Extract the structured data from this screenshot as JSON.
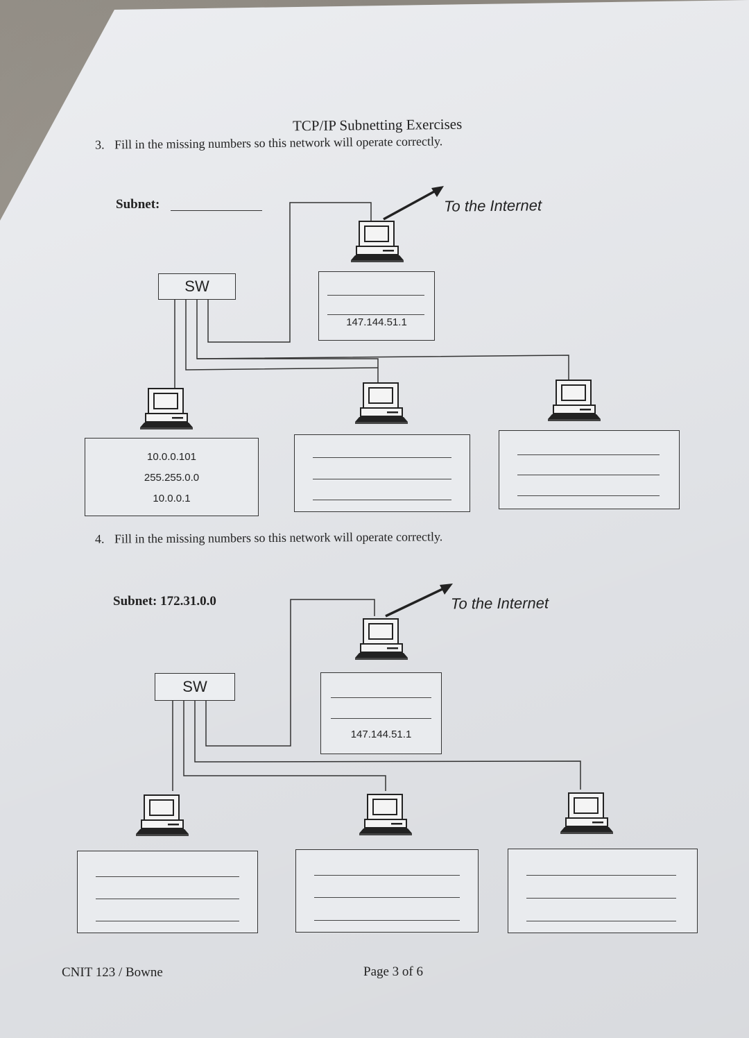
{
  "header": {
    "title": "TCP/IP Subnetting Exercises"
  },
  "exercise3": {
    "number": "3.",
    "instruction": "Fill in the missing numbers so this network will operate correctly.",
    "subnet_label": "Subnet:",
    "subnet_value": "",
    "internet_label": "To the Internet",
    "switch_label": "SW",
    "router_ip": "147.144.51.1",
    "hosts": [
      {
        "ip": "10.0.0.101",
        "mask": "255.255.0.0",
        "gateway": "10.0.0.1"
      },
      {
        "ip": "",
        "mask": "",
        "gateway": ""
      },
      {
        "ip": "",
        "mask": "",
        "gateway": ""
      }
    ]
  },
  "exercise4": {
    "number": "4.",
    "instruction": "Fill in the missing numbers so this network will operate correctly.",
    "subnet_label": "Subnet: 172.31.0.0",
    "internet_label": "To the Internet",
    "switch_label": "SW",
    "router_ip": "147.144.51.1",
    "hosts": [
      {
        "ip": "",
        "mask": "",
        "gateway": ""
      },
      {
        "ip": "",
        "mask": "",
        "gateway": ""
      },
      {
        "ip": "",
        "mask": "",
        "gateway": ""
      }
    ]
  },
  "footer": {
    "left": "CNIT 123 / Bowne",
    "right": "Page 3 of 6"
  },
  "icons": [
    "computer-icon",
    "arrow-icon"
  ],
  "colors": {
    "paper": "#e6e8ec",
    "ink": "#222222",
    "background": "#938e86"
  }
}
